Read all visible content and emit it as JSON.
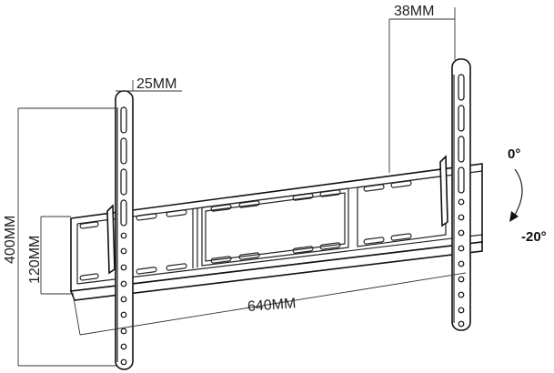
{
  "dimensions": {
    "arm_width": "25MM",
    "wall_offset": "38MM",
    "arm_height": "400MM",
    "plate_height": "120MM",
    "plate_width": "640MM"
  },
  "tilt": {
    "start_angle": "0°",
    "end_angle": "-20°"
  }
}
